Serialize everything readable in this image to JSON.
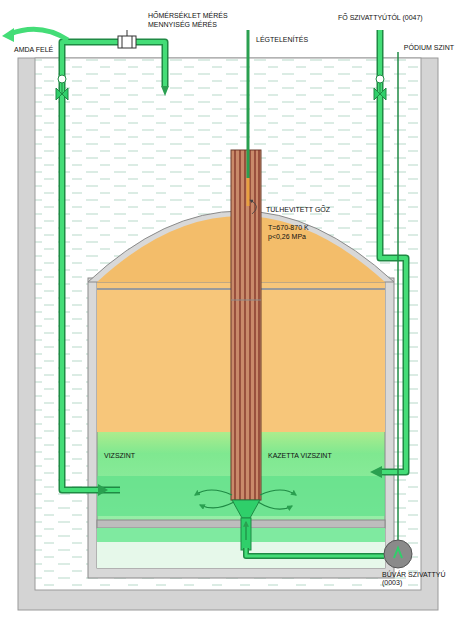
{
  "diagram": {
    "labels": [
      "AMDA FELÉ",
      "HŐMÉRSÉKLET MÉRÉS",
      "MENNYISÉG MÉRÉS",
      "LÉGTELENÍTÉS",
      "FŐ SZIVATTYÚTÓL (0047)",
      "PÓDIUM SZINT",
      "TULHEVITETT GŐZ",
      "T=670-870 K",
      "p<0,26 MPa",
      "VIZSZINT",
      "KAZETTA VIZSZINT",
      "BÚVÁR SZIVATTYÚ (0003)"
    ]
  }
}
